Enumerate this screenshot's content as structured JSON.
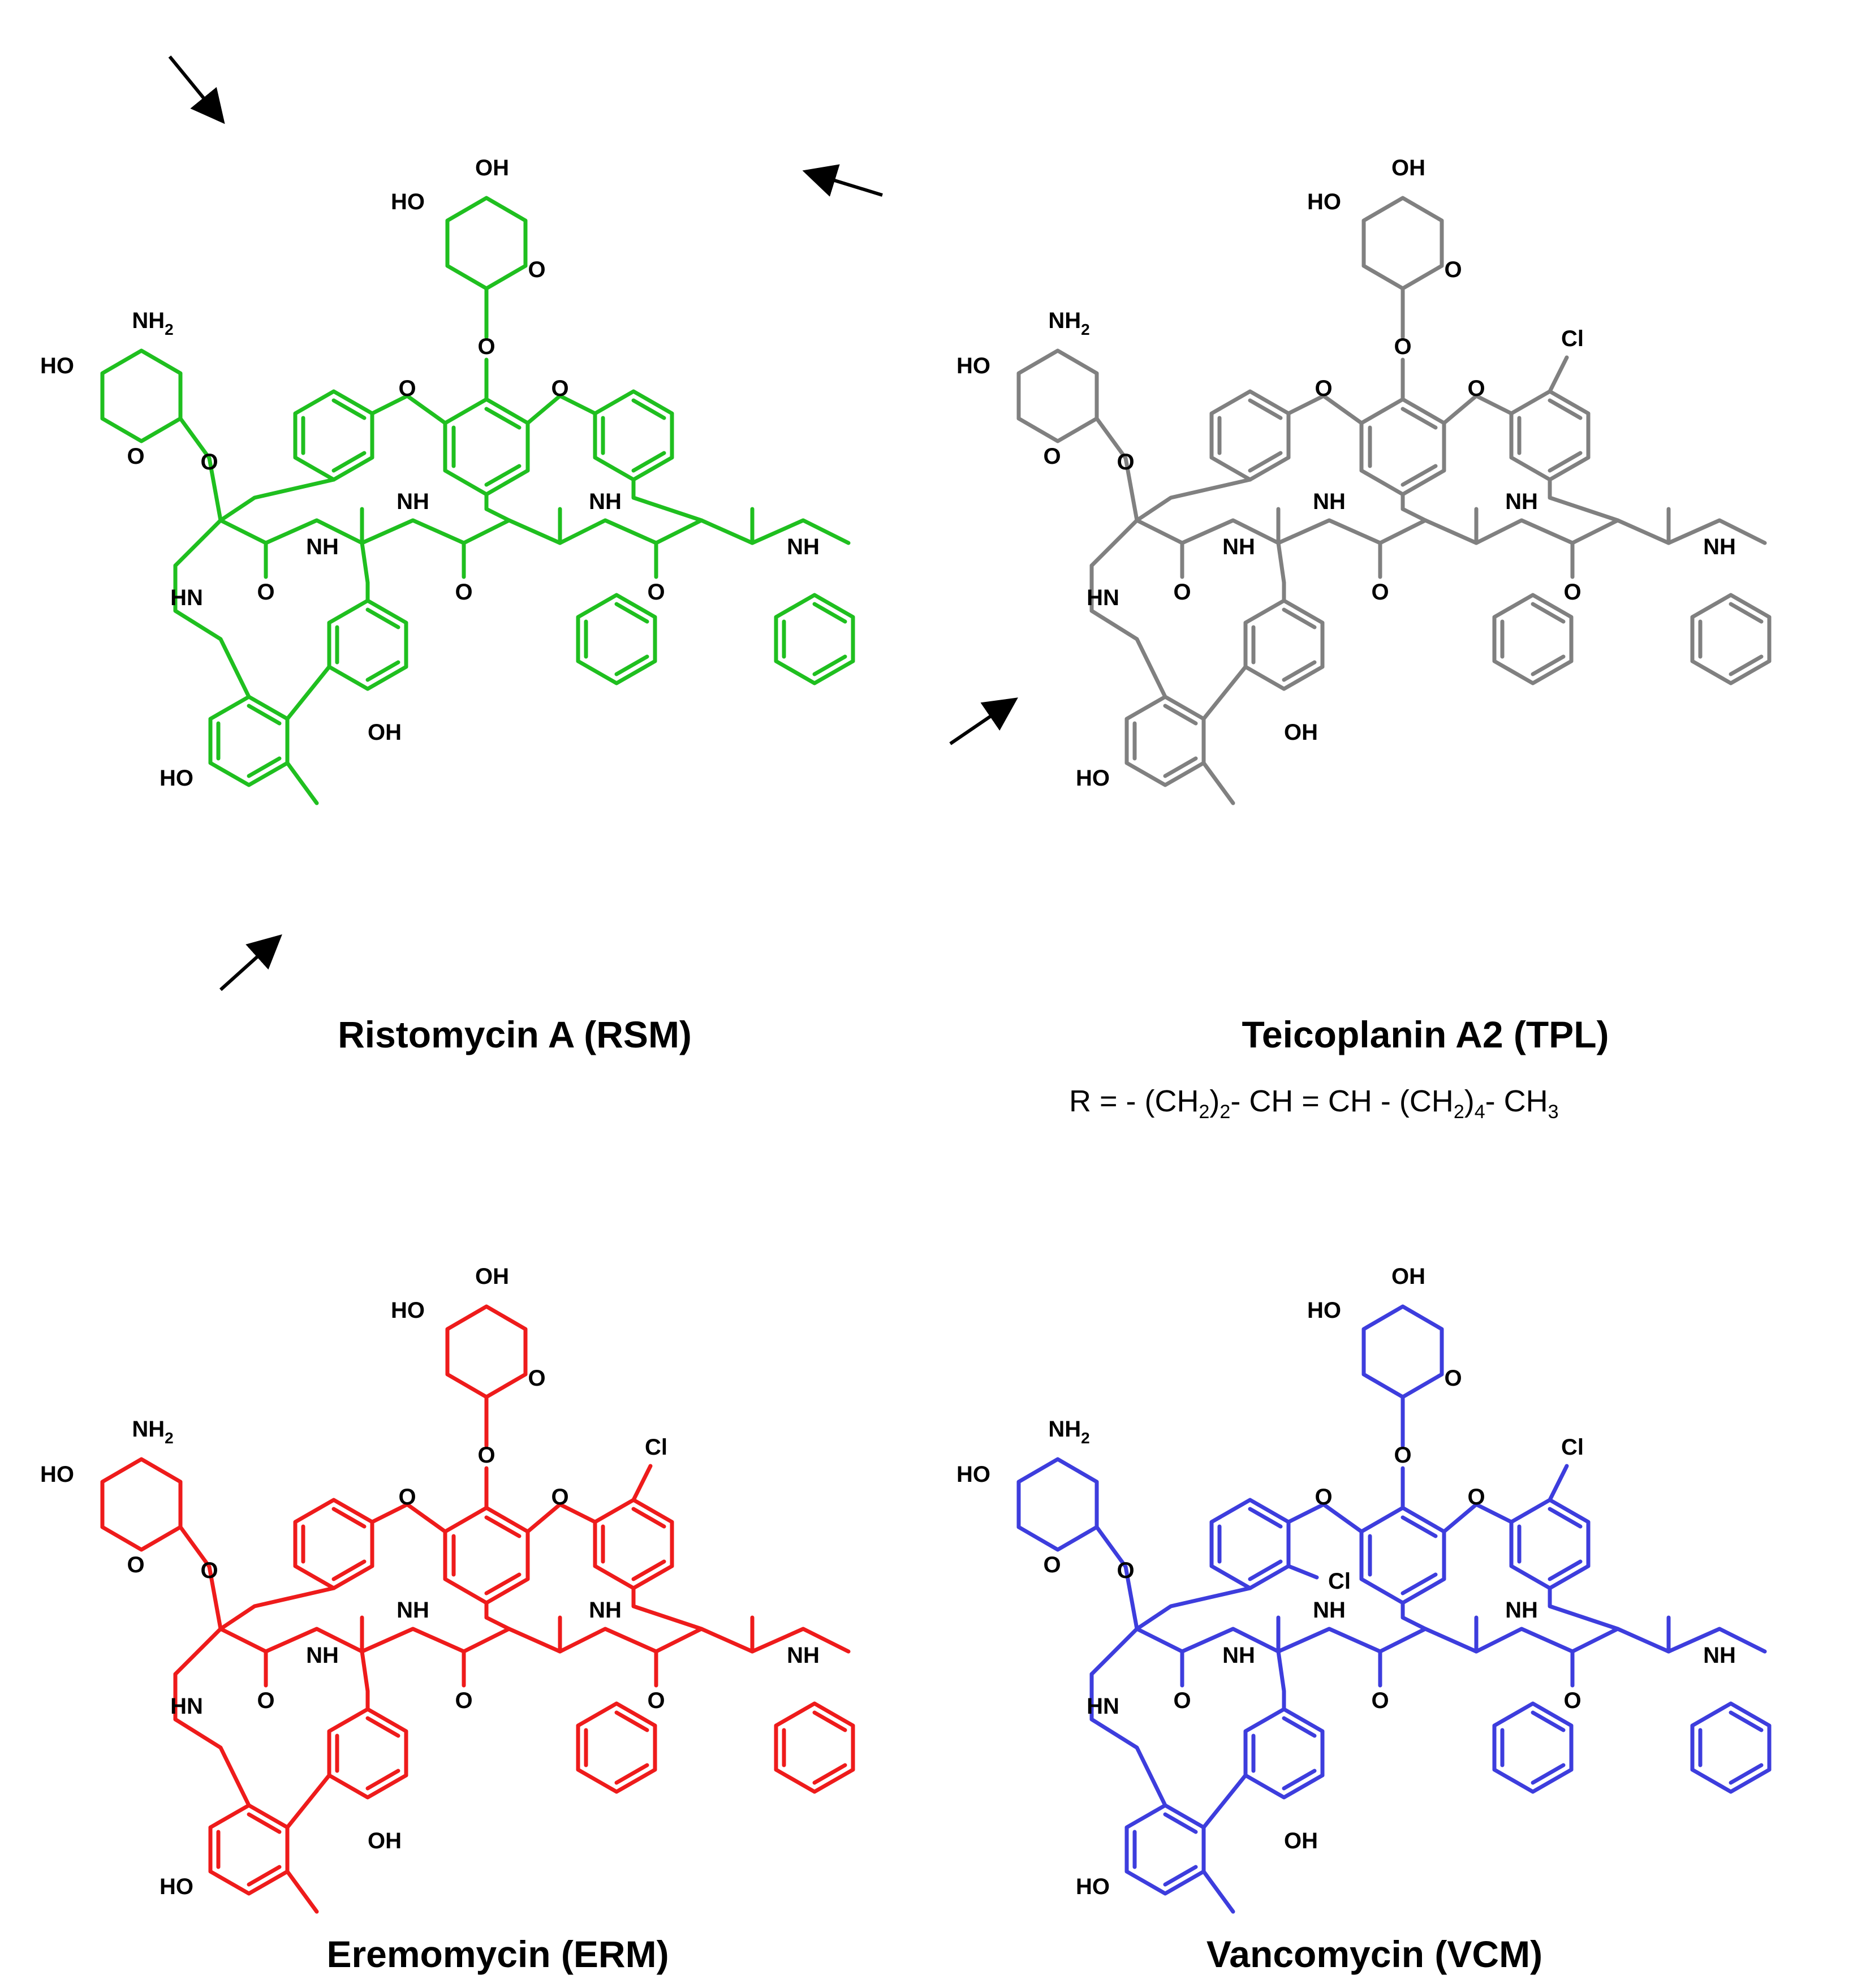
{
  "colors": {
    "ristomycin": "#1fbf1f",
    "teicoplanin": "#808080",
    "eremomycin": "#ee1b1b",
    "vancomycin": "#3d3ddd",
    "arrow": "#000000",
    "text": "#000000"
  },
  "captions": {
    "ristomycin": "Ristomycin  A (RSM)",
    "teicoplanin": "Teicoplanin A2 (TPL)",
    "eremomycin": "Eremomycin (ERM)",
    "vancomycin": "Vancomycin (VCM)"
  },
  "formula": {
    "lead": "R = - (CH",
    "sub1": "2",
    "mid1": ")",
    "sub2": "2",
    "mid2": "- CH = CH - (CH",
    "sub3": "2",
    "mid3": ")",
    "sub4": "4",
    "mid4": "- CH",
    "sub5": "3"
  },
  "labels": {
    "OH": "OH",
    "HO": "HO",
    "O": "O",
    "NH": "NH",
    "HN": "HN",
    "NH2": "NH",
    "sub2": "2",
    "Cl": "Cl",
    "R": "R"
  }
}
